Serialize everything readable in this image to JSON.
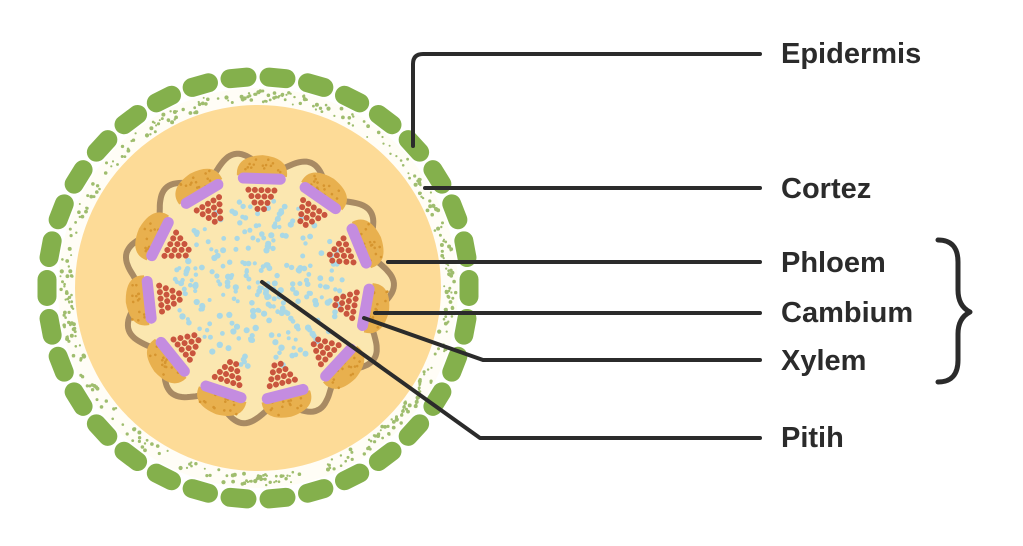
{
  "labels": {
    "epidermis": "Epidermis",
    "cortex": "Cortez",
    "phloem": "Phloem",
    "cambium": "Cambium",
    "xylem": "Xylem",
    "pith": "Pitih"
  },
  "colors": {
    "epidermis_cell": "#84b04c",
    "epidermis_dots": "#9fbd6e",
    "cortex": "#fddb97",
    "stele": "#fbe7b0",
    "endodermis_line": "#a88a63",
    "phloem_cap": "#e8b04e",
    "cambium_band": "#c48ce0",
    "xylem_dot": "#c9553e",
    "pith_dot": "#a9d8e6",
    "leader_line": "#2b2b2b"
  },
  "vascular_bundle_count": 11
}
